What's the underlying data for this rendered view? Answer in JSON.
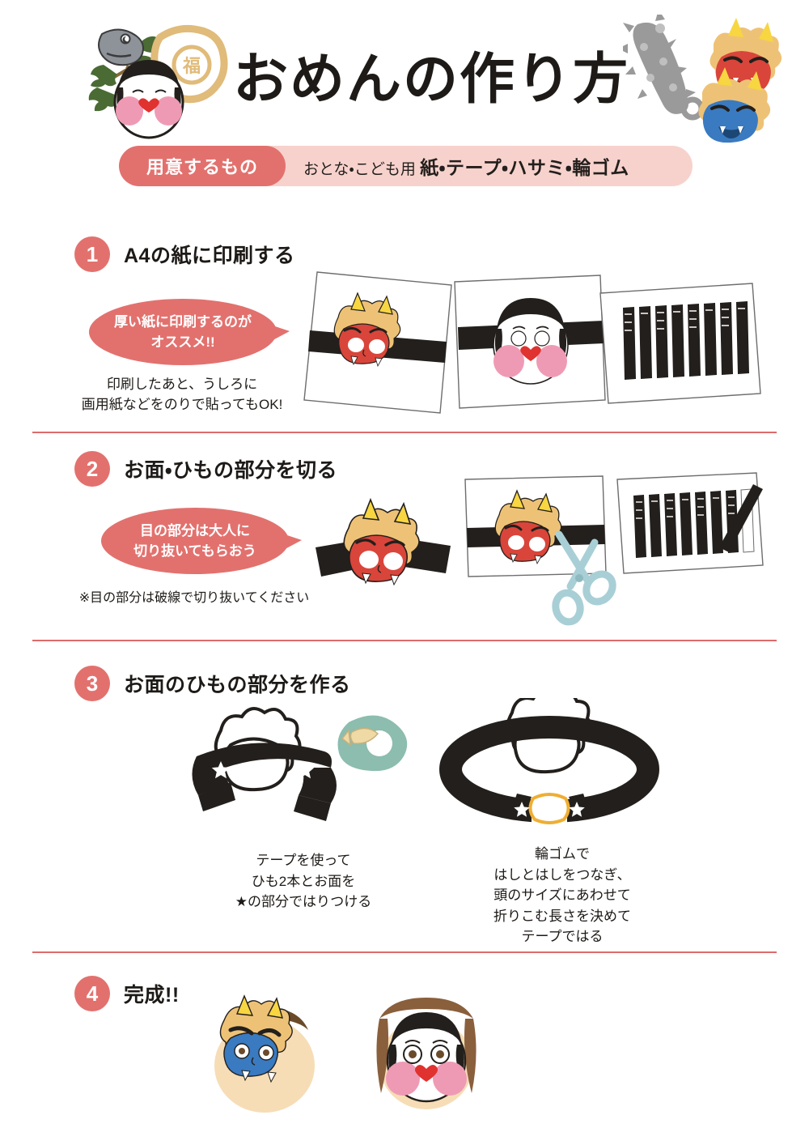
{
  "document": {
    "title": "おめんの作り方",
    "lang": "ja"
  },
  "header": {
    "title": "おめんの作り方",
    "decorations_left": [
      "sardine-head-icon",
      "holly-branch-icon",
      "otafuku-face-icon",
      "fuku-ema-plaque-icon"
    ],
    "decorations_right": [
      "kanabo-club-icon",
      "red-oni-face-icon",
      "blue-oni-face-icon"
    ]
  },
  "materials": {
    "pill_label": "用意するもの",
    "prefix": "おとな・こども用 ",
    "items": "紙・テープ・ハサミ・輪ゴム"
  },
  "steps": [
    {
      "number": "1",
      "title": "A4の紙に印刷する",
      "bubble": "厚い紙に印刷するのが\nオススメ!!",
      "note": "印刷したあと、うしろに\n画用紙などをのりで貼ってもOK!",
      "illustrations": [
        "printed-sheet-red-oni-mask",
        "printed-sheet-otafuku-mask",
        "printed-sheet-black-strips"
      ]
    },
    {
      "number": "2",
      "title": "お面・ひもの部分を切る",
      "bubble": "目の部分は大人に\n切り抜いてもらおう",
      "note": "※目の部分は破線で切り抜いてください",
      "illustrations": [
        "cut-out-oni-mask",
        "sheet-with-scissors",
        "strips-sheet-one-removed"
      ]
    },
    {
      "number": "3",
      "title": "お面のひもの部分を作る",
      "captions": [
        "テープを使って\nひも2本とお面を\n★の部分ではりつける",
        "輪ゴムで\nはしとはしをつなぎ、\n頭のサイズにあわせて\n折りこむ長さを決めて\nテープではる"
      ],
      "illustrations": [
        "mask-with-two-straps-and-tape-dispenser",
        "mask-with-strap-loop-and-rubber-band"
      ]
    },
    {
      "number": "4",
      "title": "完成!!",
      "illustrations": [
        "child-wearing-blue-oni-mask",
        "child-wearing-otafuku-mask"
      ]
    }
  ],
  "colors": {
    "accent_pink": "#e2716e",
    "banner_light_pink": "#f7d2cd",
    "divider": "#de6b6b",
    "ink": "#1d1a17",
    "oni_red": "#d9453a",
    "oni_blue": "#3a7ac0",
    "oni_hair": "#eec276",
    "horn_yellow": "#f7d642",
    "cheek_pink": "#ef9ab5",
    "tape_green": "#8cbdae",
    "scissors_blue": "#a9cfd6",
    "skin": "#f6ddb6",
    "ema_gold": "#e0bb7a",
    "holly_green": "#4a6b33",
    "kanabo_gray": "#9a9a9a",
    "rubber_band": "#efae33"
  }
}
